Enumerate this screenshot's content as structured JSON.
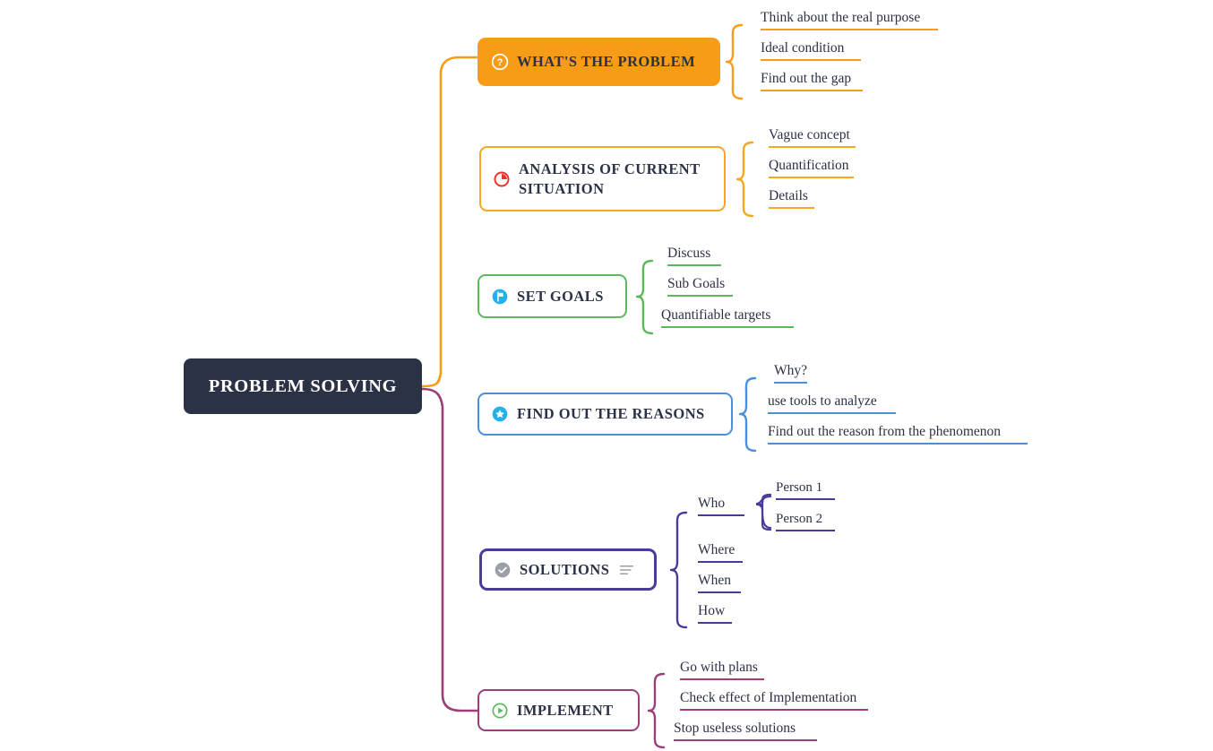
{
  "diagram": {
    "type": "mind-map",
    "title": "PROBLEM SOLVING",
    "root": {
      "label": "PROBLEM SOLVING",
      "background": "#2b3245",
      "text_color": "#ffffff"
    },
    "colors": {
      "orange": "#f89c16",
      "amber": "#f5a623",
      "green": "#5cb85c",
      "blue": "#4a90d9",
      "purple": "#4b3a9a",
      "magenta": "#9c3e77",
      "navy": "#2b3245",
      "cyan": "#24b0e8",
      "red": "#e8342a",
      "gray": "#9aa0a8"
    },
    "branches": [
      {
        "id": "problem",
        "label": "WHAT'S THE PROBLEM",
        "icon": "question-circle-icon",
        "icon_color": "#ffffff",
        "style": "filled",
        "color": "#f89c16",
        "children": [
          {
            "label": "Think about the real purpose"
          },
          {
            "label": "Ideal condition"
          },
          {
            "label": "Find out the gap"
          }
        ]
      },
      {
        "id": "analysis",
        "label": "ANALYSIS OF CURRENT SITUATION",
        "icon": "clock-icon",
        "icon_color": "#e8342a",
        "style": "outlined",
        "color": "#f5a623",
        "children": [
          {
            "label": "Vague concept"
          },
          {
            "label": "Quantification"
          },
          {
            "label": "Details"
          }
        ]
      },
      {
        "id": "goals",
        "label": "SET GOALS",
        "icon": "flag-icon",
        "icon_color": "#24b0e8",
        "style": "outlined",
        "color": "#5cb85c",
        "children": [
          {
            "label": "Discuss"
          },
          {
            "label": "Sub Goals"
          },
          {
            "label": "Quantifiable targets"
          }
        ]
      },
      {
        "id": "reasons",
        "label": "FIND OUT THE REASONS",
        "icon": "star-icon",
        "icon_color": "#24b0e8",
        "style": "outlined",
        "color": "#4a90d9",
        "children": [
          {
            "label": "Why?"
          },
          {
            "label": "use tools to analyze"
          },
          {
            "label": "Find out the reason from the phenomenon"
          }
        ]
      },
      {
        "id": "solutions",
        "label": "SOLUTIONS",
        "icon": "check-circle-icon",
        "icon_color": "#9aa0a8",
        "trailing_icon": "notes-icon",
        "style": "outlined",
        "color": "#4b3a9a",
        "children": [
          {
            "label": "Who",
            "children": [
              {
                "label": "Person 1"
              },
              {
                "label": "Person 2"
              }
            ]
          },
          {
            "label": "Where"
          },
          {
            "label": "When"
          },
          {
            "label": "How"
          }
        ]
      },
      {
        "id": "implement",
        "label": "IMPLEMENT",
        "icon": "play-circle-icon",
        "icon_color": "#5cb85c",
        "style": "outlined",
        "color": "#9c3e77",
        "children": [
          {
            "label": "Go with plans"
          },
          {
            "label": "Check effect of Implementation"
          },
          {
            "label": "Stop useless solutions"
          }
        ]
      }
    ]
  }
}
